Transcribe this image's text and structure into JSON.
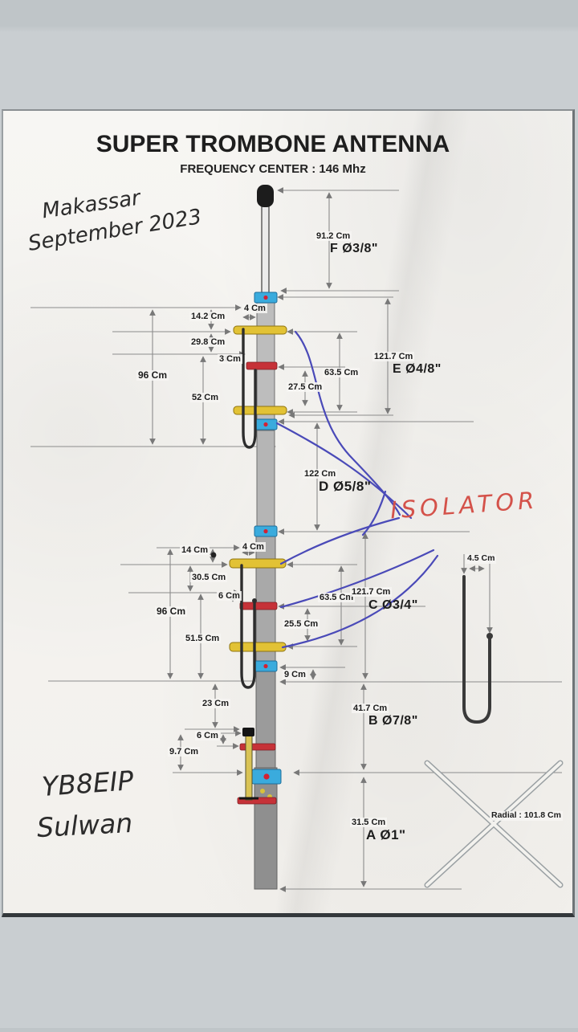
{
  "page": {
    "title": "SUPER TROMBONE ANTENNA",
    "subtitle": "FREQUENCY CENTER : 146 Mhz"
  },
  "handwriting": {
    "location": "Makassar",
    "date": "September 2023",
    "isolator": "ISOLATOR",
    "callsign": "YB8EIP",
    "name": "Sulwan"
  },
  "dims": {
    "f_len": "91.2 Cm",
    "f_dia": "F Ø3/8\"",
    "s1_gap": "4 Cm",
    "s1_top": "14.2 Cm",
    "s1_upper": "29.8 Cm",
    "s1_clamp": "3 Cm",
    "s1_total": "96 Cm",
    "s1_lower": "52 Cm",
    "s1_inner": "63.5 Cm",
    "s1_inner_low": "27.5 Cm",
    "s1_elem": "121.7 Cm",
    "e_dia": "E Ø4/8\"",
    "d_len": "122 Cm",
    "d_dia": "D Ø5/8\"",
    "s2_top": "14 Cm",
    "s2_gap": "4 Cm",
    "s2_upper": "30.5 Cm",
    "s2_clamp": "6 Cm",
    "s2_total": "96 Cm",
    "s2_lower": "51.5 Cm",
    "s2_inner": "63.5 Cm",
    "s2_inner_low": "25.5 Cm",
    "s2_elem": "121.7 Cm",
    "c_dia": "C Ø3/4\"",
    "detail_gap": "4.5 Cm",
    "b_gap": "9 Cm",
    "b_upper": "23 Cm",
    "b_len": "41.7 Cm",
    "b_dia": "B Ø7/8\"",
    "stub_top": "6 Cm",
    "stub_len": "9.7 Cm",
    "a_len": "31.5 Cm",
    "a_dia": "A Ø1\"",
    "radial": "Radial : 101.8 Cm"
  },
  "colors": {
    "spreader_yellow": "#e2c235",
    "isolator_blue": "#3aabdd",
    "clamp_red": "#c63238",
    "pen_blue": "#4a4ab8",
    "pen_red": "#d4524a",
    "paper": "#f5f4f1",
    "background": "#c9ced1"
  }
}
